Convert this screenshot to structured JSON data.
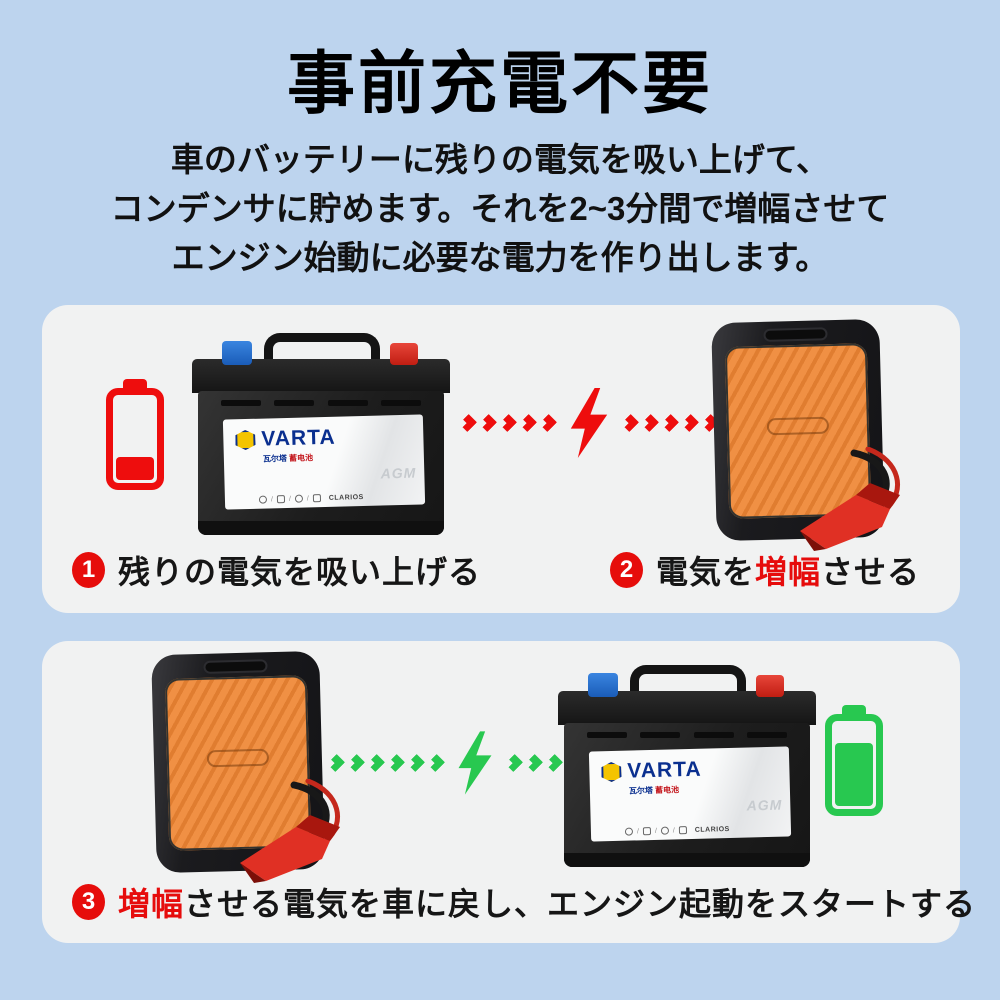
{
  "colors": {
    "background": "#bdd4ee",
    "card": "#f1f2f2",
    "red_accent": "#ee0d0d",
    "green_accent": "#28c850",
    "badge_red": "#e60d0b",
    "highlight_red": "#e60c0c",
    "varta_blue": "#0a2f8f",
    "varta_yellow": "#f4c400",
    "starter_orange": "#ee8c3f"
  },
  "header": {
    "title": "事前充電不要",
    "line1": "車のバッテリーに残りの電気を吸い上げて、",
    "line2": "コンデンサに貯めます。それを2~3分間で増幅させて",
    "line3": "エンジン始動に必要な電力を作り出します。"
  },
  "steps": {
    "step1": {
      "number": "1",
      "text": "残りの電気を吸い上げる"
    },
    "step2": {
      "number": "2",
      "pre": "電気を",
      "highlight": "増幅",
      "post": "させる"
    },
    "step3": {
      "number": "3",
      "pre": "",
      "highlight": "増幅",
      "post": "させる電気を車に戻し、エンジン起動をスタートする"
    }
  },
  "battery_label": {
    "brand": "VARTA",
    "sub_cn_1": "瓦尔塔",
    "sub_cn_2": " 蓄电池",
    "agm": "AGM",
    "partner": "CLARIOS"
  }
}
